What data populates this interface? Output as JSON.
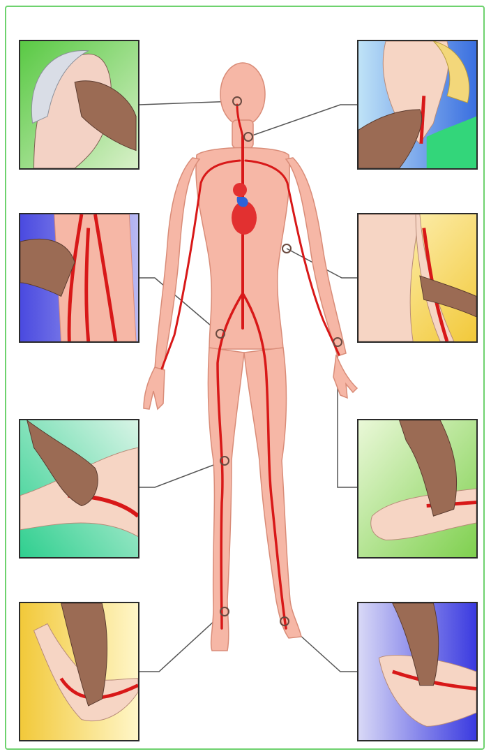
{
  "figure": {
    "background": "#ffffff",
    "frame_color": "#6ed26e",
    "skin_color": "#f6b7a6",
    "vessel_color": "#d81818",
    "leader_color": "#555555"
  },
  "pulse_sites": [
    {
      "id": "temporal",
      "side": "left",
      "panel_gradient": [
        "#59c944",
        "#d8f0c8"
      ]
    },
    {
      "id": "carotid",
      "side": "right",
      "panel_gradient": [
        "#bfe3f7",
        "#3a6fe0"
      ]
    },
    {
      "id": "femoral",
      "side": "left",
      "panel_gradient": [
        "#4a4ae0",
        "#b9b9f2"
      ]
    },
    {
      "id": "brachial",
      "side": "right",
      "panel_gradient": [
        "#fff6c8",
        "#f2c93a"
      ]
    },
    {
      "id": "popliteal",
      "side": "left",
      "panel_gradient": [
        "#2fcf8f",
        "#d8f4e6"
      ]
    },
    {
      "id": "radial",
      "side": "right",
      "panel_gradient": [
        "#eaf8d8",
        "#7fd04f"
      ]
    },
    {
      "id": "posterior-tibial",
      "side": "left",
      "panel_gradient": [
        "#f2c93a",
        "#fff6c8"
      ]
    },
    {
      "id": "dorsalis-pedis",
      "side": "right",
      "panel_gradient": [
        "#d8d8f6",
        "#3a3ae0"
      ]
    }
  ]
}
